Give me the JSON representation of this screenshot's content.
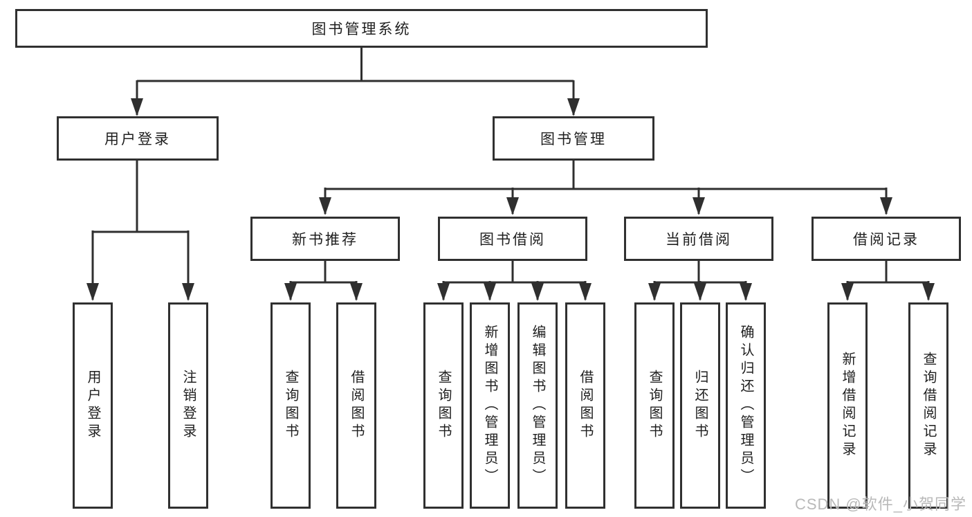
{
  "diagram_type": "functional-structure-tree",
  "colors": {
    "line": "#2f2f2f",
    "box_border": "#303030",
    "text": "#1f1f1f",
    "watermark": "#b9b9b9",
    "background": "#ffffff"
  },
  "tree": {
    "label": "图书管理系统",
    "children": [
      {
        "label": "用户登录",
        "children": [
          {
            "label": "用户登录"
          },
          {
            "label": "注销登录"
          }
        ]
      },
      {
        "label": "图书管理",
        "children": [
          {
            "label": "新书推荐",
            "children": [
              {
                "label": "查询图书"
              },
              {
                "label": "借阅图书"
              }
            ]
          },
          {
            "label": "图书借阅",
            "children": [
              {
                "label": "查询图书"
              },
              {
                "label": "新增图书（管理员）"
              },
              {
                "label": "编辑图书（管理员）"
              },
              {
                "label": "借阅图书"
              }
            ]
          },
          {
            "label": "当前借阅",
            "children": [
              {
                "label": "查询图书"
              },
              {
                "label": "归还图书"
              },
              {
                "label": "确认归还（管理员）"
              }
            ]
          },
          {
            "label": "借阅记录",
            "children": [
              {
                "label": "新增借阅记录"
              },
              {
                "label": "查询借阅记录"
              }
            ]
          }
        ]
      }
    ]
  },
  "watermark": {
    "text": "CSDN @软件_小贺同学"
  }
}
